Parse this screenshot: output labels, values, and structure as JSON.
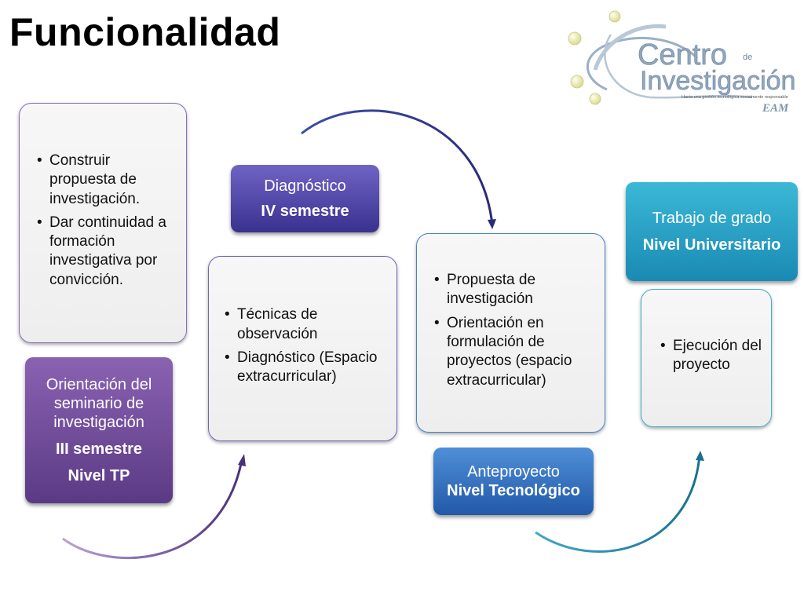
{
  "title": "Funcionalidad",
  "logo": {
    "line1": "Centro",
    "small": "de",
    "line2": "Investigación",
    "tagline": "Hacia una gestión tecnológica socialmente responsable",
    "brand": "EAM"
  },
  "stages": [
    {
      "bullets": [
        "Construir propuesta de investigación.",
        "Dar continuidad a formación investigativa por convicción."
      ],
      "label": [
        "Orientación del seminario de investigación",
        "III semestre",
        "Nivel TP"
      ],
      "color": "#6a4a98"
    },
    {
      "bullets": [
        "Técnicas de observación",
        "Diagnóstico (Espacio extracurricular)"
      ],
      "label": [
        "Diagnóstico",
        "IV semestre"
      ],
      "color": "#4a40a8"
    },
    {
      "bullets": [
        "Propuesta de investigación",
        "Orientación en formulación de proyectos (espacio extracurricular)"
      ],
      "label": [
        "Anteproyecto",
        "Nivel Tecnológico"
      ],
      "color": "#2f6ebf"
    },
    {
      "bullets": [
        "Ejecución del proyecto"
      ],
      "label": [
        "Trabajo de grado",
        "Nivel Universitario"
      ],
      "color": "#24a2c6"
    }
  ]
}
